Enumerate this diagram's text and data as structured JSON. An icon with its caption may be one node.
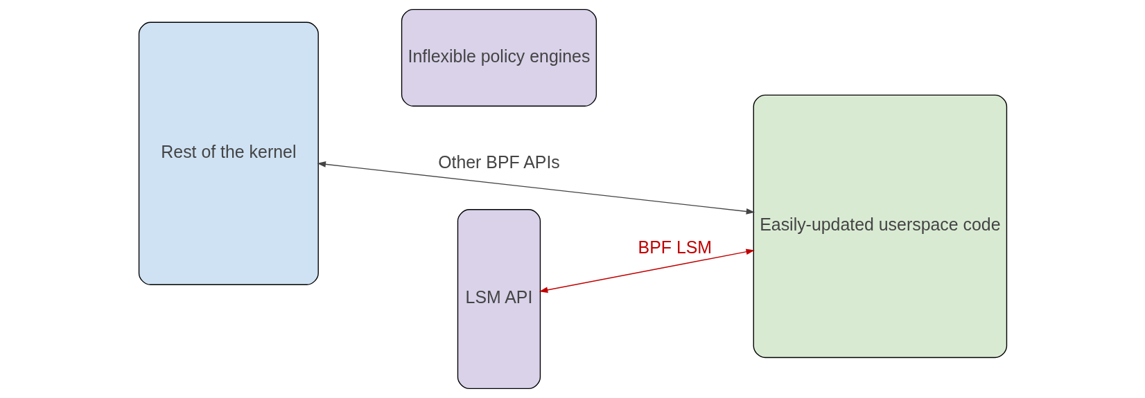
{
  "diagram": {
    "nodes": [
      {
        "text": [
          "Rest of the kernel"
        ]
      },
      {
        "text": [
          "LSM API"
        ]
      },
      {
        "text": [
          "Inflexible policy engines"
        ]
      },
      {
        "text": [
          "Easily-updated userspace code"
        ]
      }
    ],
    "edges": [
      {
        "from": 1,
        "to": 3,
        "arrow": "both",
        "label": "BPF LSM",
        "color": "#c00000"
      },
      {
        "from": 0,
        "to": 3,
        "arrow": "both",
        "label": "Other BPF APIs",
        "color": "#444444"
      }
    ]
  }
}
